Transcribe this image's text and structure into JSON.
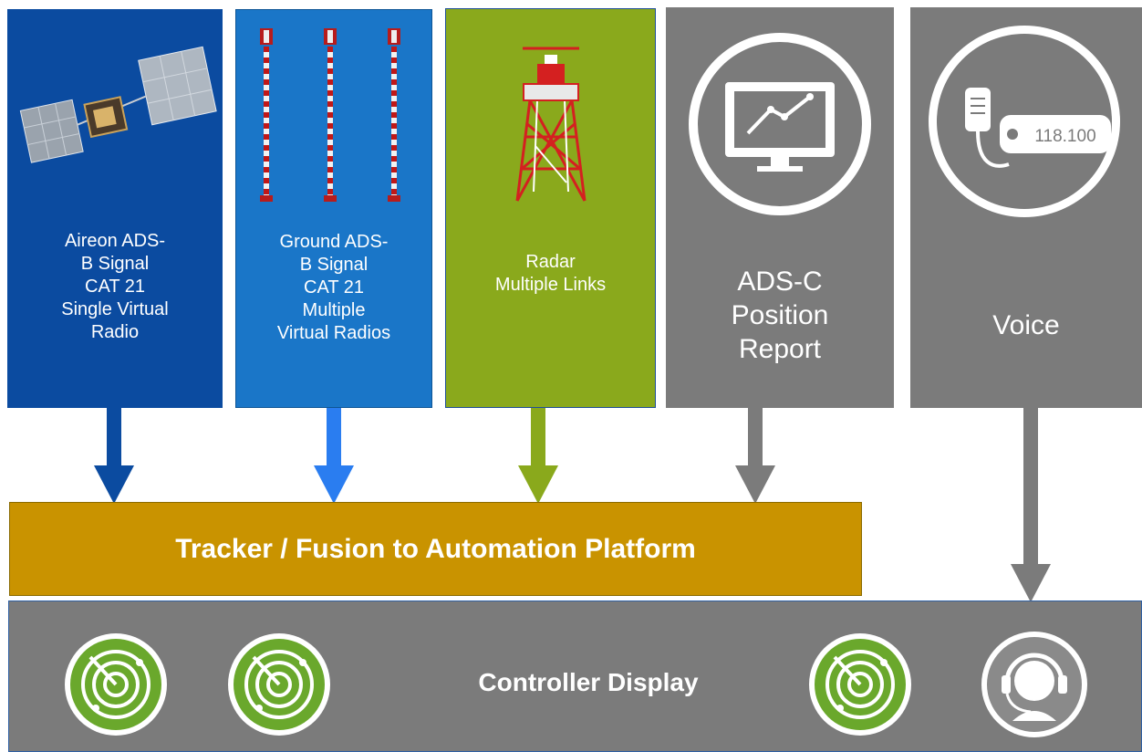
{
  "sources": [
    {
      "id": "aireon",
      "label": "Aireon ADS-\nB Signal\nCAT 21\nSingle Virtual\nRadio",
      "color": "#0b4ba0",
      "arrow_color": "#0b4ba0",
      "icon": "satellite-icon"
    },
    {
      "id": "ground",
      "label": "Ground ADS-\nB Signal\nCAT 21\nMultiple\nVirtual Radios",
      "color": "#1a76c8",
      "arrow_color": "#2a7df0",
      "icon": "antenna-towers-icon"
    },
    {
      "id": "radar",
      "label": "Radar\nMultiple Links",
      "color": "#8aa91c",
      "arrow_color": "#8aa91c",
      "icon": "radar-tower-icon"
    },
    {
      "id": "adsc",
      "label": "ADS-C\nPosition\nReport",
      "color": "#7b7b7b",
      "arrow_color": "#7b7b7b",
      "icon": "monitor-chart-icon"
    },
    {
      "id": "voice",
      "label": "Voice",
      "color": "#7b7b7b",
      "arrow_color": "#7b7b7b",
      "icon": "radio-mic-icon",
      "radio_readout": "118.100"
    }
  ],
  "tracker": {
    "label": "Tracker / Fusion to Automation Platform",
    "color": "#c99300"
  },
  "controller": {
    "label": "Controller Display",
    "color": "#7b7b7b",
    "icons": [
      "radar-scope-icon",
      "radar-scope-icon",
      "radar-scope-icon",
      "headset-operator-icon"
    ]
  }
}
